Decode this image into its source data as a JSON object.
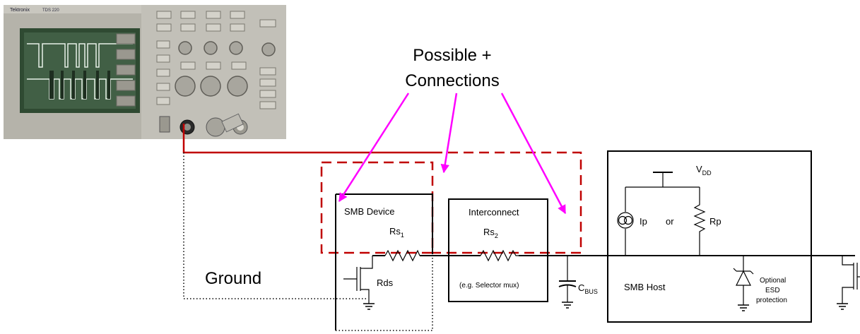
{
  "callouts": {
    "possible_line1": "Possible +",
    "possible_line2": "Connections",
    "ground": "Ground"
  },
  "smb_device": {
    "title": "SMB Device",
    "rs_main": "Rs",
    "rs_sub": "1",
    "rds": "Rds"
  },
  "interconnect": {
    "title": "Interconnect",
    "rs_main": "Rs",
    "rs_sub": "2",
    "note": "(e.g. Selector  mux)"
  },
  "bus_cap": {
    "main": "C",
    "sub": "BUS"
  },
  "smb_host": {
    "title": "SMB Host",
    "vdd_main": "V",
    "vdd_sub": "DD",
    "ip": "Ip",
    "or": "or",
    "rp": "Rp",
    "esd_line1": "Optional",
    "esd_line2": "ESD",
    "esd_line3": "protection"
  },
  "scope": {
    "brand": "Tektronix",
    "model": "TDS 220"
  },
  "colors": {
    "arrow": "#ff00ff",
    "probe_wire": "#c00000",
    "scope_body": "#b9b7ae",
    "scope_screen": "#3e5a3e"
  }
}
